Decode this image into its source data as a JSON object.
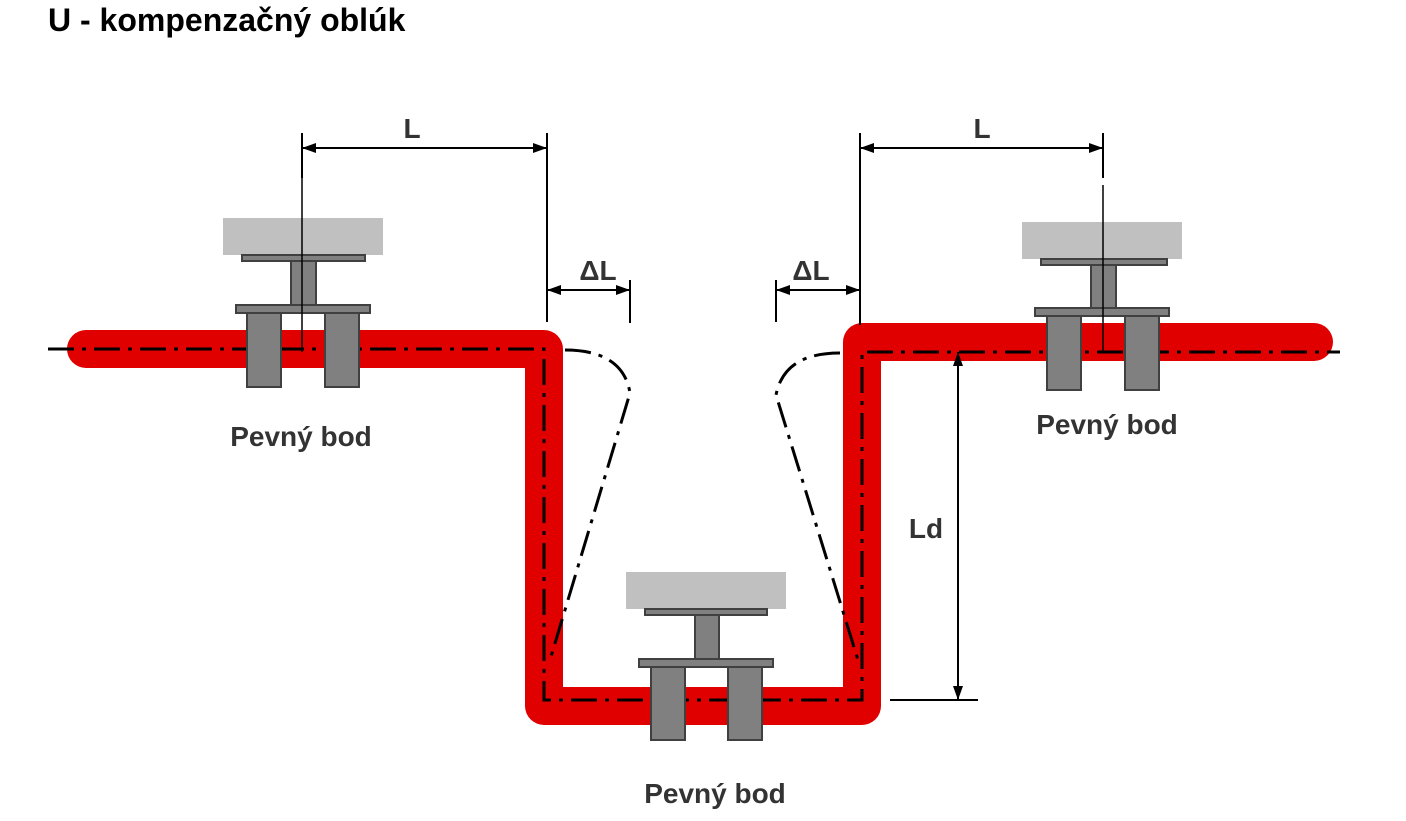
{
  "title": "U - kompenzačný oblúk",
  "labels": {
    "length": "L",
    "delta_length": "ΔL",
    "leg_length": "Ld",
    "fixed_point": "Pevný bod"
  },
  "colors": {
    "pipe": "#e00000",
    "support_base": "#c0c0c0",
    "support_metal": "#808080",
    "support_outline": "#404040",
    "line": "#000000",
    "label_dark": "#333333"
  }
}
